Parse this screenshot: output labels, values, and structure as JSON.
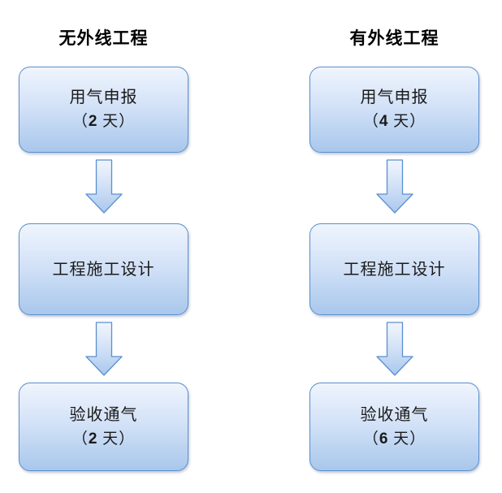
{
  "diagram": {
    "type": "flowchart",
    "orientation": "two parallel vertical process chains",
    "columns": [
      {
        "id": "without-external-line",
        "title": "无外线工程",
        "steps": [
          {
            "label": "用气申报",
            "duration": "（",
            "duration_num": "2",
            "duration_suffix": " 天）"
          },
          {
            "label": "工程施工设计",
            "duration": "",
            "duration_num": "",
            "duration_suffix": ""
          },
          {
            "label": "验收通气",
            "duration": "（",
            "duration_num": "2",
            "duration_suffix": " 天）"
          }
        ]
      },
      {
        "id": "with-external-line",
        "title": "有外线工程",
        "steps": [
          {
            "label": "用气申报",
            "duration": "（",
            "duration_num": "4",
            "duration_suffix": " 天）"
          },
          {
            "label": "工程施工设计",
            "duration": "",
            "duration_num": "",
            "duration_suffix": ""
          },
          {
            "label": "验收通气",
            "duration": "（",
            "duration_num": "6",
            "duration_suffix": " 天）"
          }
        ]
      }
    ],
    "connectors": [
      {
        "id": "left-1",
        "icon": "down-arrow-icon"
      },
      {
        "id": "left-2",
        "icon": "down-arrow-icon"
      },
      {
        "id": "right-1",
        "icon": "down-arrow-icon"
      },
      {
        "id": "right-2",
        "icon": "down-arrow-icon"
      }
    ],
    "colors": {
      "box_border": "#5b8fd0",
      "box_fill_top": "#f0f5fd",
      "box_fill_bottom": "#a9c7ec",
      "arrow_border": "#5b8fd0",
      "text": "#1a1a1a",
      "title_text": "#000000",
      "background": "#ffffff"
    }
  }
}
